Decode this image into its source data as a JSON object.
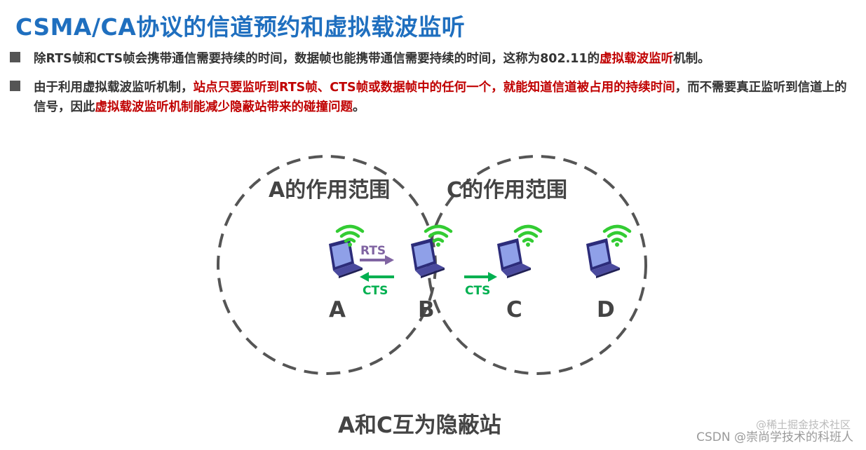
{
  "title": "CSMA/CA协议的信道预约和虚拟载波监听",
  "bullets": [
    {
      "parts": [
        {
          "text": "除RTS帧和CTS帧会携带通信需要持续的时间，数据帧也能携带通信需要持续的时间，这称为802.11的",
          "red": false
        },
        {
          "text": "虚拟载波监听",
          "red": true
        },
        {
          "text": "机制。",
          "red": false
        }
      ]
    },
    {
      "parts": [
        {
          "text": "由于利用虚拟载波监听机制，",
          "red": false
        },
        {
          "text": "站点只要监听到RTS帧、CTS帧或数据帧中的任何一个，就能知道信道被占用的持续时间",
          "red": true
        },
        {
          "text": "，而不需要真正监听到信道上的信号，因此",
          "red": false
        },
        {
          "text": "虚拟载波监听机制能减少隐蔽站带来的碰撞问题",
          "red": true
        },
        {
          "text": "。",
          "red": false
        }
      ]
    }
  ],
  "diagram": {
    "range_a": "A的作用范围",
    "range_c": "C的作用范围",
    "stations": [
      "A",
      "B",
      "C",
      "D"
    ],
    "rts_label": "RTS",
    "cts_label_1": "CTS",
    "cts_label_2": "CTS",
    "caption": "A和C互为隐蔽站"
  },
  "colors": {
    "title": "#1f6fbf",
    "emphasis": "#c00000",
    "rts": "#8064a2",
    "cts": "#00b050",
    "wifi": "#33cc33",
    "laptop": "#3a3a8c"
  },
  "watermarks": {
    "csdn": "CSDN @崇尚学技术的科班人",
    "juejin": "@稀土掘金技术社区"
  }
}
